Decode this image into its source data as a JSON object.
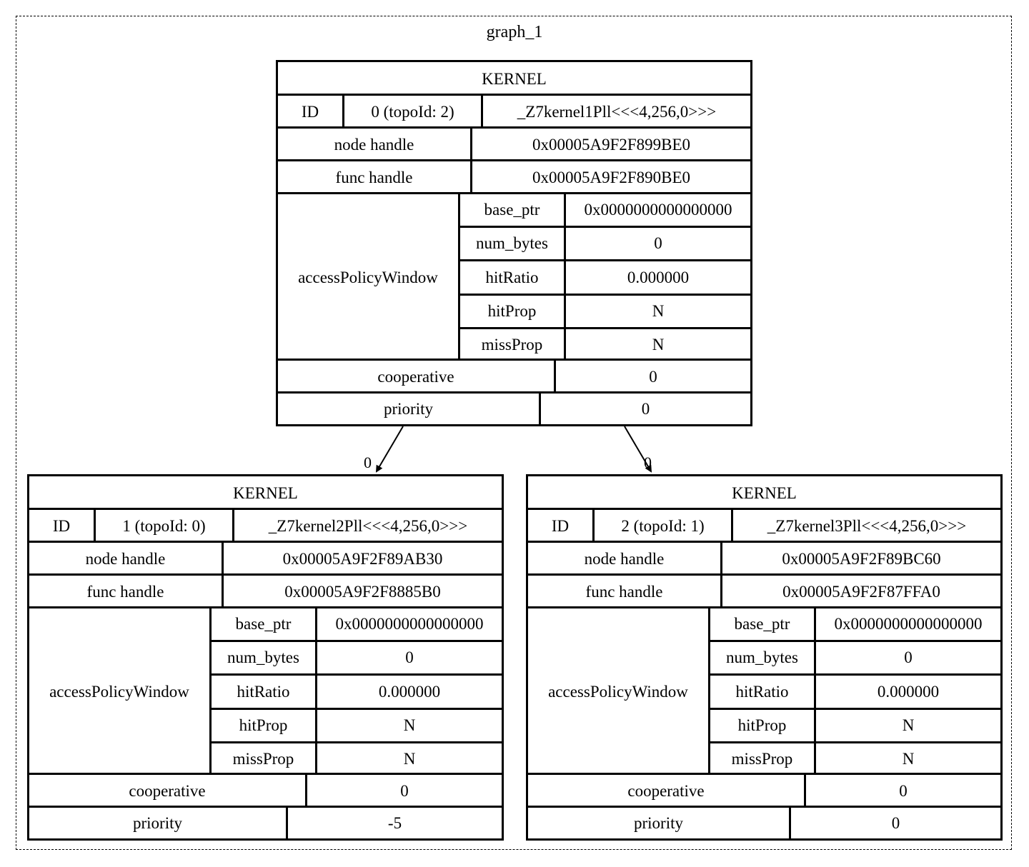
{
  "graph": {
    "cluster_label": "graph_1",
    "nodes": [
      {
        "header": "KERNEL",
        "id_label": "ID",
        "id_value": "0 (topoId: 2)",
        "func_name": "_Z7kernel1Pll<<<4,256,0>>>",
        "node_handle_label": "node handle",
        "node_handle": "0x00005A9F2F899BE0",
        "func_handle_label": "func handle",
        "func_handle": "0x00005A9F2F890BE0",
        "apw_label": "accessPolicyWindow",
        "apw": [
          {
            "key": "base_ptr",
            "value": "0x0000000000000000"
          },
          {
            "key": "num_bytes",
            "value": "0"
          },
          {
            "key": "hitRatio",
            "value": "0.000000"
          },
          {
            "key": "hitProp",
            "value": "N"
          },
          {
            "key": "missProp",
            "value": "N"
          }
        ],
        "cooperative_label": "cooperative",
        "cooperative": "0",
        "priority_label": "priority",
        "priority": "0"
      },
      {
        "header": "KERNEL",
        "id_label": "ID",
        "id_value": "1 (topoId: 0)",
        "func_name": "_Z7kernel2Pll<<<4,256,0>>>",
        "node_handle_label": "node handle",
        "node_handle": "0x00005A9F2F89AB30",
        "func_handle_label": "func handle",
        "func_handle": "0x00005A9F2F8885B0",
        "apw_label": "accessPolicyWindow",
        "apw": [
          {
            "key": "base_ptr",
            "value": "0x0000000000000000"
          },
          {
            "key": "num_bytes",
            "value": "0"
          },
          {
            "key": "hitRatio",
            "value": "0.000000"
          },
          {
            "key": "hitProp",
            "value": "N"
          },
          {
            "key": "missProp",
            "value": "N"
          }
        ],
        "cooperative_label": "cooperative",
        "cooperative": "0",
        "priority_label": "priority",
        "priority": "-5"
      },
      {
        "header": "KERNEL",
        "id_label": "ID",
        "id_value": "2 (topoId: 1)",
        "func_name": "_Z7kernel3Pll<<<4,256,0>>>",
        "node_handle_label": "node handle",
        "node_handle": "0x00005A9F2F89BC60",
        "func_handle_label": "func handle",
        "func_handle": "0x00005A9F2F87FFA0",
        "apw_label": "accessPolicyWindow",
        "apw": [
          {
            "key": "base_ptr",
            "value": "0x0000000000000000"
          },
          {
            "key": "num_bytes",
            "value": "0"
          },
          {
            "key": "hitRatio",
            "value": "0.000000"
          },
          {
            "key": "hitProp",
            "value": "N"
          },
          {
            "key": "missProp",
            "value": "N"
          }
        ],
        "cooperative_label": "cooperative",
        "cooperative": "0",
        "priority_label": "priority",
        "priority": "0"
      }
    ],
    "edges": [
      {
        "from": 0,
        "to": 1,
        "label": "0"
      },
      {
        "from": 0,
        "to": 2,
        "label": "0"
      }
    ]
  }
}
